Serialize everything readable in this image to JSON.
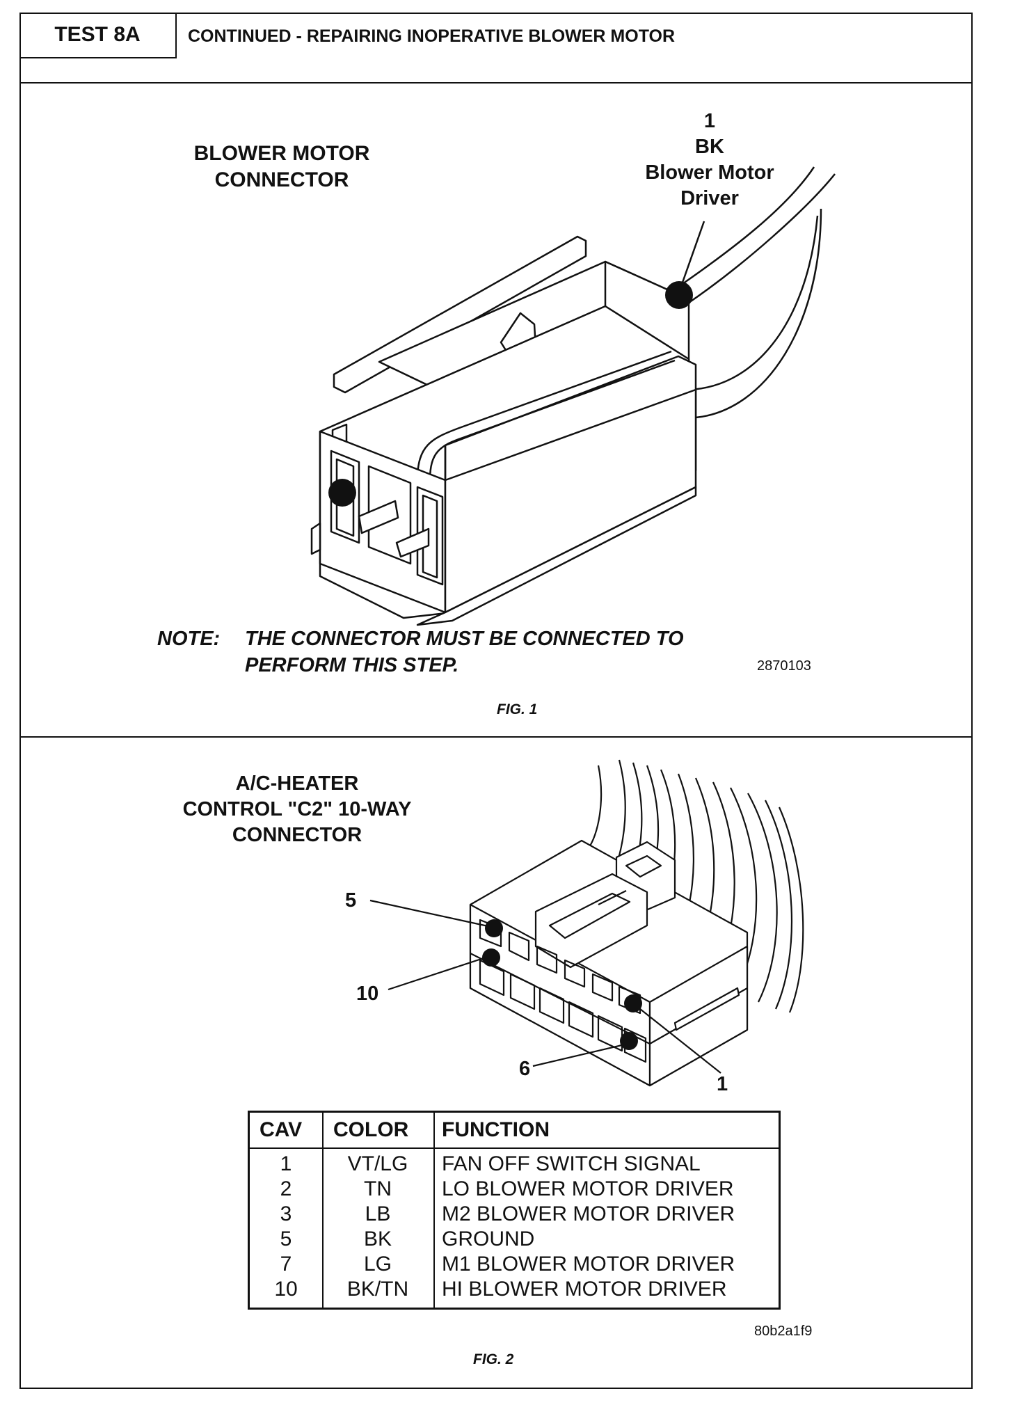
{
  "header": {
    "test_label": "TEST 8A",
    "title": "CONTINUED - REPAIRING INOPERATIVE BLOWER MOTOR"
  },
  "figure1": {
    "title_line1": "BLOWER MOTOR",
    "title_line2": "CONNECTOR",
    "callout_line1": "1",
    "callout_line2": "BK",
    "callout_line3": "Blower Motor",
    "callout_line4": "Driver",
    "note_prefix": "NOTE:",
    "note_line1": "THE CONNECTOR MUST BE CONNECTED TO",
    "note_line2": "PERFORM THIS STEP.",
    "image_code": "2870103",
    "caption": "FIG. 1"
  },
  "figure2": {
    "title_line1": "A/C-HEATER",
    "title_line2": "CONTROL \"C2\" 10-WAY",
    "title_line3": "CONNECTOR",
    "callout_5": "5",
    "callout_10": "10",
    "callout_6": "6",
    "callout_1": "1",
    "table": {
      "headers": [
        "CAV",
        "COLOR",
        "FUNCTION"
      ],
      "rows": [
        {
          "cav": "1",
          "color": "VT/LG",
          "function": "FAN OFF SWITCH SIGNAL"
        },
        {
          "cav": "2",
          "color": "TN",
          "function": "LO BLOWER MOTOR DRIVER"
        },
        {
          "cav": "3",
          "color": "LB",
          "function": "M2 BLOWER MOTOR DRIVER"
        },
        {
          "cav": "5",
          "color": "BK",
          "function": "GROUND"
        },
        {
          "cav": "7",
          "color": "LG",
          "function": "M1 BLOWER MOTOR DRIVER"
        },
        {
          "cav": "10",
          "color": "BK/TN",
          "function": "HI BLOWER MOTOR DRIVER"
        }
      ]
    },
    "image_code": "80b2a1f9",
    "caption": "FIG. 2"
  }
}
